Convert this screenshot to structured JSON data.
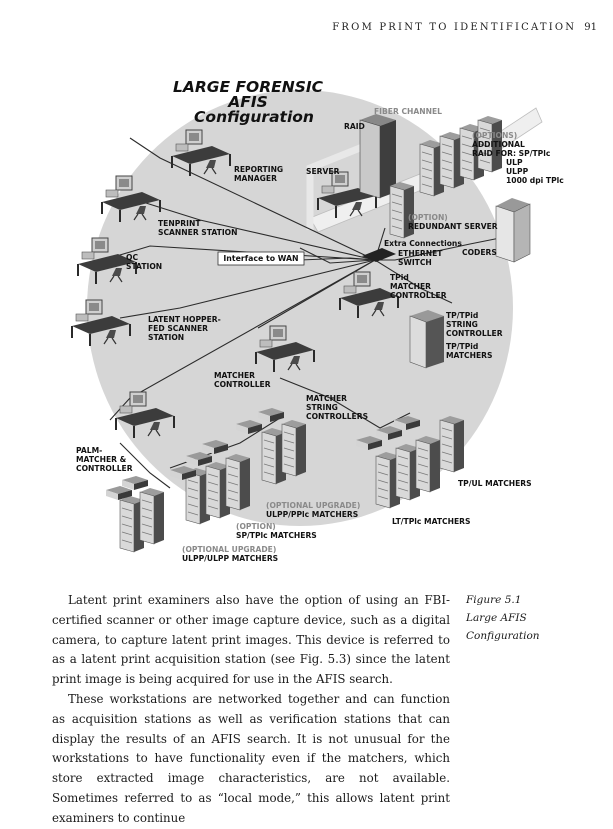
{
  "header": {
    "running_title": "FROM PRINT TO IDENTIFICATION",
    "page_number": "91"
  },
  "figure": {
    "title_lines": [
      "LARGE FORENSIC",
      "AFIS",
      "Configuration"
    ],
    "labels": {
      "fiber_channel": "FIBER CHANNEL",
      "raid": "RAID",
      "options": "(OPTIONS)",
      "additional_raid": "ADDITIONAL",
      "raid_for": "RAID FOR: SP/TPlc",
      "ulp": "ULP",
      "ulpp": "ULPP",
      "dpi": "1000 dpi TPlc",
      "reporting_manager": [
        "REPORTING",
        "MANAGER"
      ],
      "server": "SERVER",
      "tenprint": [
        "TENPRINT",
        "SCANNER STATION"
      ],
      "option_redundant": "(OPTION)",
      "redundant_server": "REDUNDANT SERVER",
      "qc_station": [
        "QC",
        "STATION"
      ],
      "interface_wan": "Interface to WAN",
      "extra_connections": "Extra Connections",
      "ethernet_switch": [
        "ETHERNET",
        "SWITCH"
      ],
      "coders": "CODERS",
      "tpid_matcher_controller": [
        "TPid",
        "MATCHER",
        "CONTROLLER"
      ],
      "latent_hopper": [
        "LATENT HOPPER-",
        "FED SCANNER",
        "STATION"
      ],
      "tp_tpid_string": [
        "TP/TPid",
        "STRING",
        "CONTROLLER"
      ],
      "tp_tpid_matchers": [
        "TP/TPid",
        "MATCHERS"
      ],
      "matcher_controller": [
        "MATCHER",
        "CONTROLLER"
      ],
      "matcher_string_controllers": [
        "MATCHER",
        "STRING",
        "CONTROLLERS"
      ],
      "palm": [
        "PALM-",
        "MATCHER &",
        "CONTROLLER"
      ],
      "tp_ul_matchers": "TP/UL MATCHERS",
      "optional_upgrade_1": "(OPTIONAL UPGRADE)",
      "ulpp_ppic": "ULPP/PPlc MATCHERS",
      "lt_tplc": "LT/TPlc MATCHERS",
      "option_sp": "(OPTION)",
      "sp_tplc": "SP/TPlc MATCHERS",
      "optional_upgrade_2": "(OPTIONAL UPGRADE)",
      "ulpp_ulpp": "ULPP/ULPP MATCHERS"
    }
  },
  "body": {
    "paragraphs": [
      "Latent print examiners also have the option of using an FBI-certified scanner or other image capture device, such as a digital camera, to capture latent print images. This device is referred to as a latent print acquisition station (see Fig. 5.3) since the latent print image is being acquired for use in the AFIS search.",
      "These workstations are networked together and can function as acquisition stations as well as verification stations that can display the results of an AFIS search. It is not unusual for the workstations to have functionality even if the matchers, which store extracted image characteristics, are not available. Sometimes referred to as “local mode,” this allows latent print examiners to continue"
    ]
  },
  "caption": {
    "figure_number": "Figure 5.1",
    "figure_title": "Large AFIS Configuration"
  }
}
